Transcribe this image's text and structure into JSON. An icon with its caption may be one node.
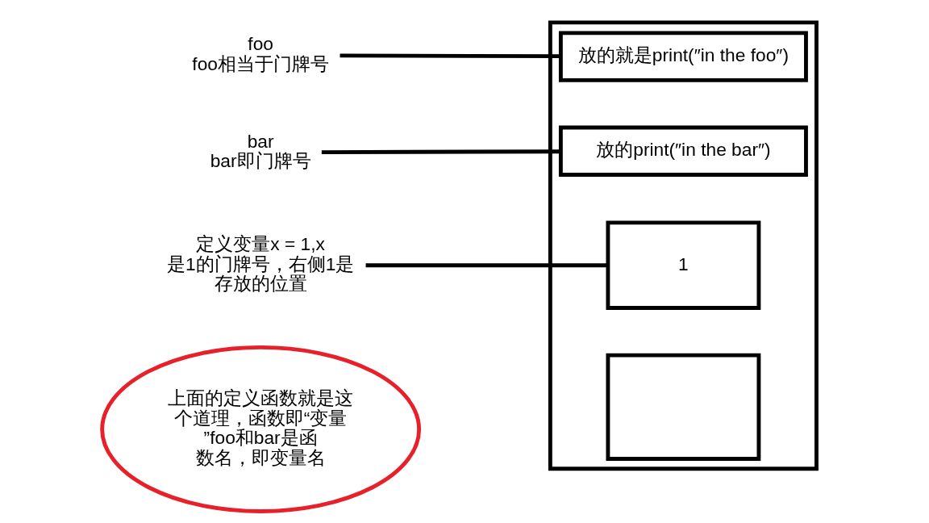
{
  "diagram": {
    "nodes": [
      {
        "text": [],
        "shape": "box"
      },
      {
        "text": [
          "放的就是print(″in the foo″)"
        ],
        "in": 0
      },
      {
        "text": [
          "放的print(″in the bar″)"
        ],
        "in": 0
      },
      {
        "text": [
          "1"
        ],
        "in": 0
      },
      {
        "text": [],
        "shape": "box",
        "in": 0
      },
      {
        "text": [
          "foo"
        ],
        "beside": [
          "foo相当于门牌号"
        ]
      },
      {
        "text": [
          "bar"
        ],
        "beside": [
          "bar即门牌号"
        ]
      },
      {
        "text": [
          "定义变量x = 1,x是1的门牌号，右侧1是存放的位置"
        ]
      },
      {
        "text": [
          "上面的定义函数就是这个道理，函数即“变量”foo和bar是函数名，即变量名"
        ]
      }
    ],
    "edges": [
      {
        "from": 5,
        "to": 1,
        "arrow": "none"
      },
      {
        "from": 6,
        "to": 2,
        "arrow": "none"
      },
      {
        "from": 7,
        "to": 3,
        "arrow": "none"
      }
    ]
  }
}
